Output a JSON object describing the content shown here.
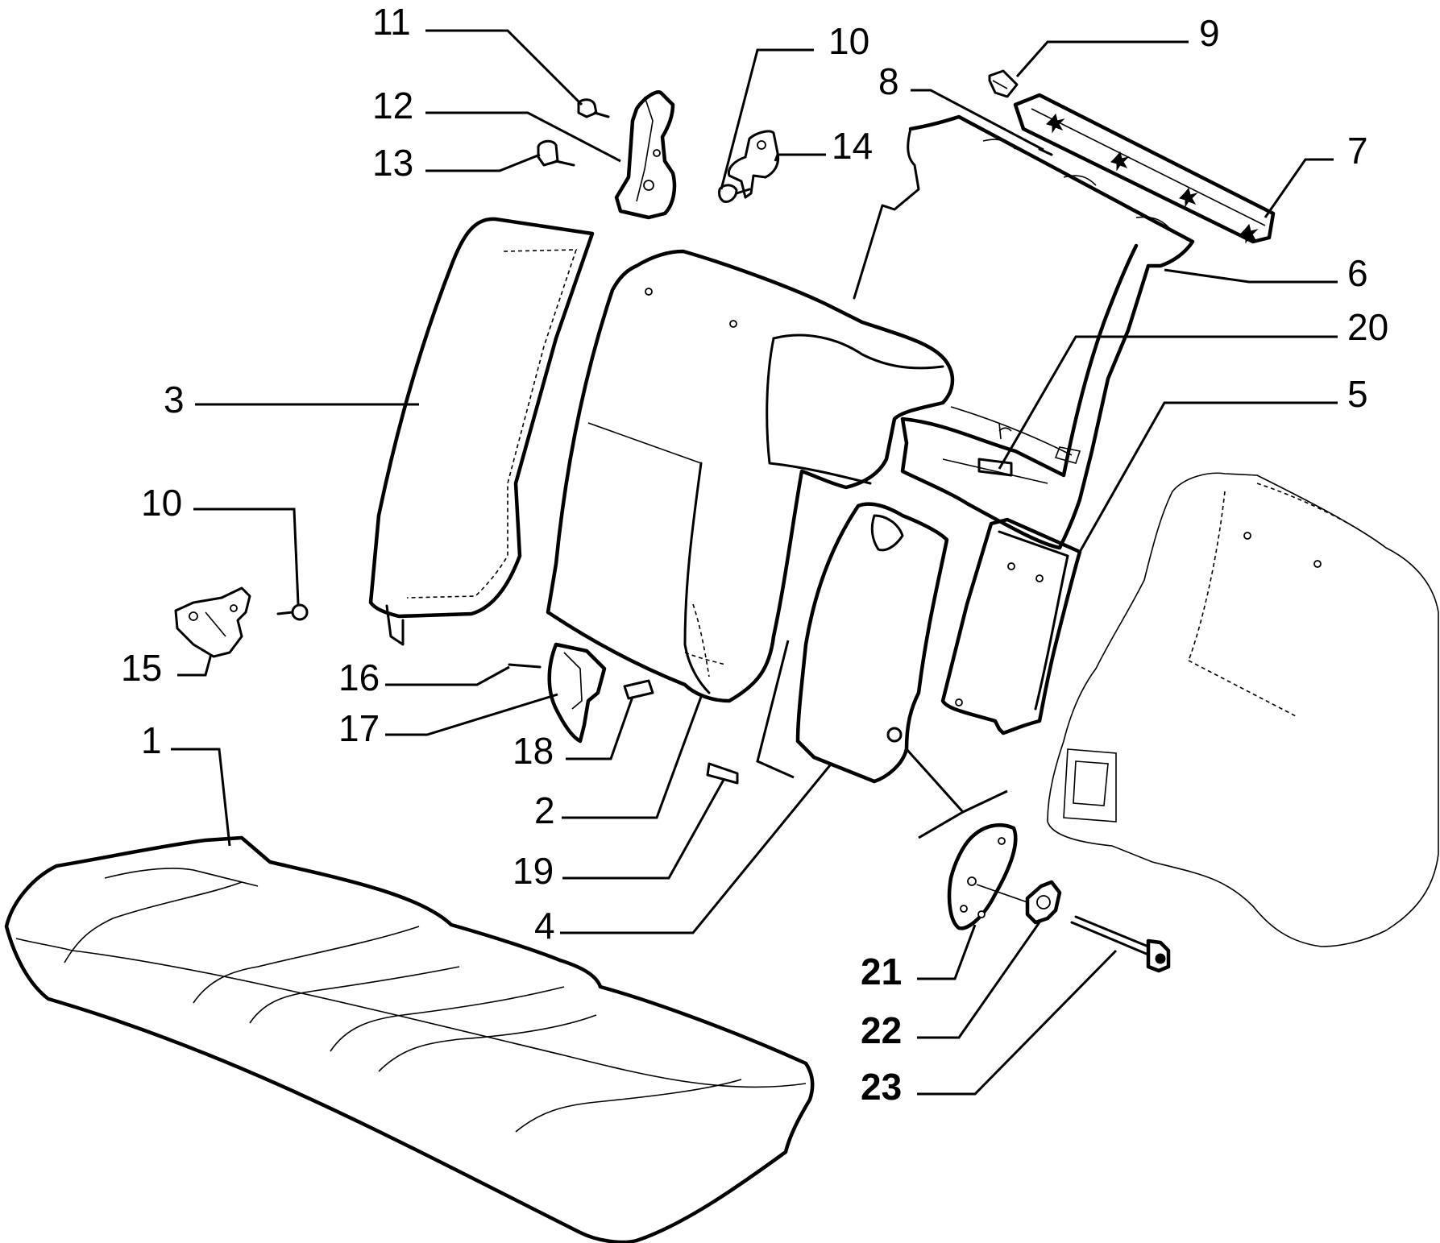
{
  "callouts": {
    "c1": "1",
    "c2": "2",
    "c3": "3",
    "c4": "4",
    "c5": "5",
    "c6": "6",
    "c7": "7",
    "c8": "8",
    "c9": "9",
    "c10a": "10",
    "c10b": "10",
    "c11": "11",
    "c12": "12",
    "c13": "13",
    "c14": "14",
    "c15": "15",
    "c16": "16",
    "c17": "17",
    "c18": "18",
    "c19": "19",
    "c20": "20",
    "c21": "21",
    "c22": "22",
    "c23": "23"
  }
}
